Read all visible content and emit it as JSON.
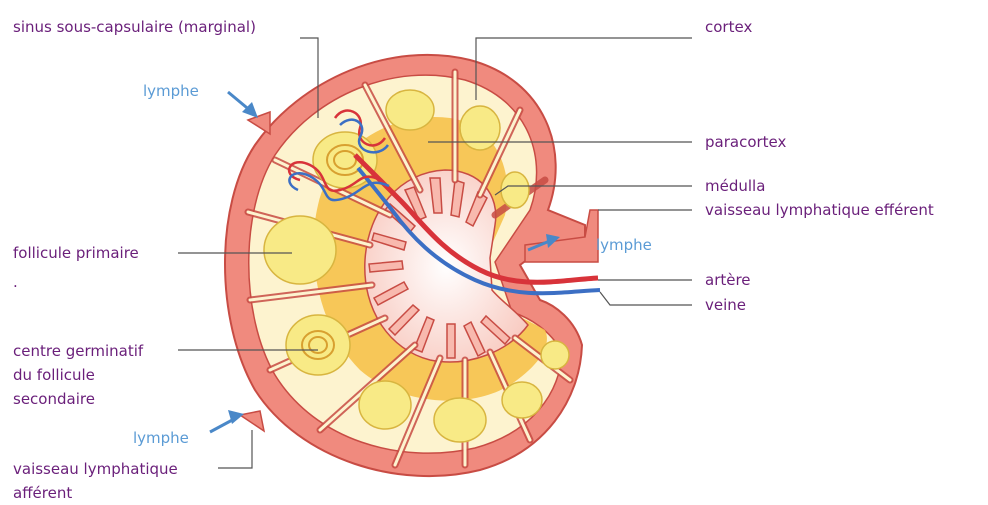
{
  "labels": {
    "sinus": "sinus sous-capsulaire (marginal)",
    "lymphe_top": "lymphe",
    "follicule_primaire": "follicule primaire",
    "dot": ".",
    "centre_1": "centre germinatif",
    "centre_2": "du follicule",
    "centre_3": "secondaire",
    "lymphe_bottom": "lymphe",
    "afferent_1": "vaisseau lymphatique",
    "afferent_2": "afférent",
    "cortex": "cortex",
    "paracortex": "paracortex",
    "medulla": "médulla",
    "efferent": "vaisseau lymphatique efférent",
    "lymphe_right": "lymphe",
    "artere": "artère",
    "veine": "veine"
  },
  "colors": {
    "label_text": "#6a1f7a",
    "lymph_text": "#5b9bd5",
    "capsule": "#f08a7e",
    "capsule_stroke": "#c84c44",
    "cortex_fill": "#fdf3cf",
    "follicle": "#f8ea86",
    "paracortex": "#f6c24a",
    "medulla": "#fde3dd",
    "artery": "#d8333a",
    "vein": "#3c6fc4",
    "leader": "#555555"
  }
}
